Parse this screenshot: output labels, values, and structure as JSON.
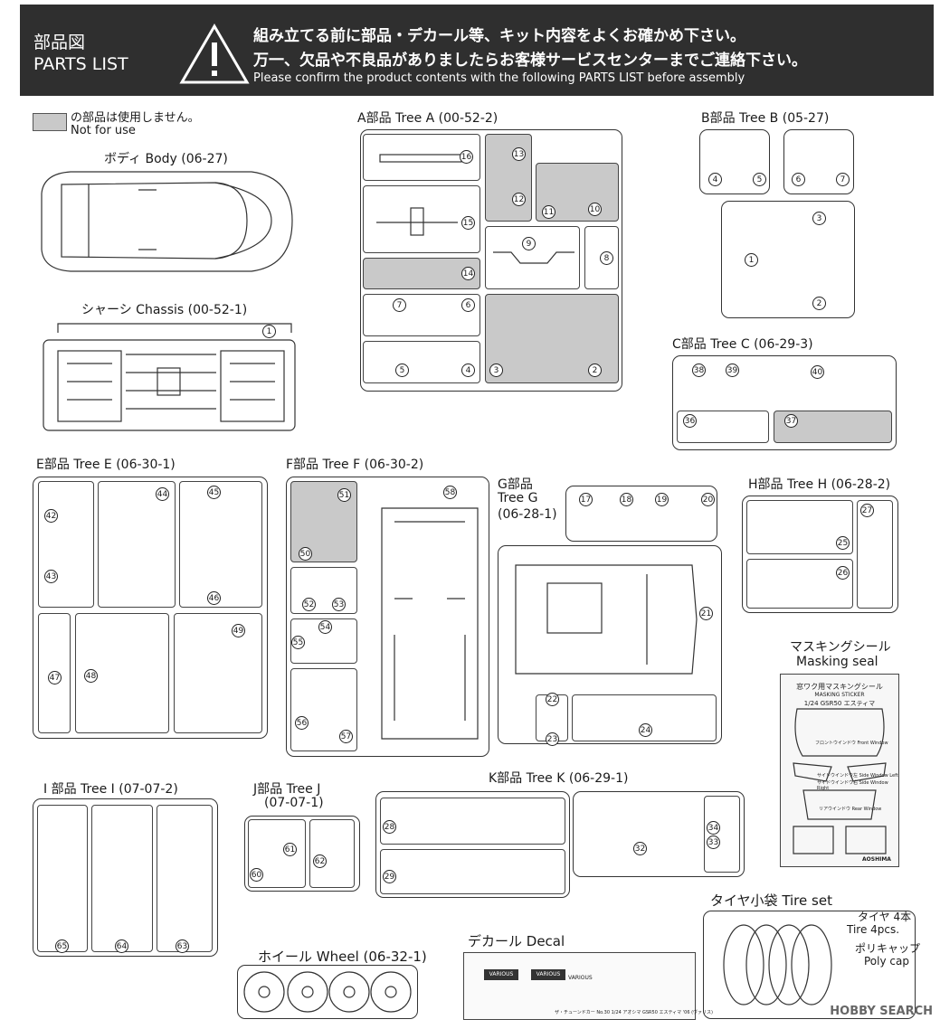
{
  "header": {
    "title_jp": "部品図",
    "title_en": "PARTS LIST",
    "warning_icon": "warning-triangle-icon",
    "line1": "組み立てる前に部品・デカール等、キット内容をよくお確かめ下さい。",
    "line2": "万一、欠品や不良品がありましたらお客様サービスセンターまでご連絡下さい。",
    "line3": "Please confirm the product contents with the following PARTS LIST before assembly"
  },
  "legend": {
    "jp": "の部品は使用しません。",
    "en": "Not for use",
    "color": "#c9c9c9"
  },
  "sections": {
    "body": "ボディ Body (06-27)",
    "chassis": "シャーシ Chassis (00-52-1)",
    "tree_a": "A部品 Tree A (00-52-2)",
    "tree_b": "B部品 Tree B (05-27)",
    "tree_c": "C部品 Tree C (06-29-3)",
    "tree_e": "E部品 Tree E (06-30-1)",
    "tree_f": "F部品 Tree F (06-30-2)",
    "tree_g1": "G部品",
    "tree_g2": "Tree G",
    "tree_g3": "(06-28-1)",
    "tree_h": "H部品 Tree H (06-28-2)",
    "masking_jp": "マスキングシール",
    "masking_en": "Masking seal",
    "tree_i": "I 部品 Tree I (07-07-2)",
    "tree_j1": "J部品 Tree J",
    "tree_j2": "(07-07-1)",
    "tree_k": "K部品 Tree K (06-29-1)",
    "tire": "タイヤ小袋 Tire set",
    "tire_count_jp": "タイヤ 4本",
    "tire_count_en": "Tire 4pcs.",
    "polycap_jp": "ポリキャップ",
    "polycap_en": "Poly cap",
    "decal": "デカール Decal",
    "wheel": "ホイール Wheel (06-32-1)"
  },
  "masking_sheet": {
    "title": "窓ワク用マスキングシール",
    "subtitle": "MASKING STICKER",
    "model": "1/24 GSR50 エスティマ",
    "labels": [
      "フロントウインドウ Front Window",
      "サイドウインドウ左 Side Window Left",
      "サイドウインドウ右 Side Window Right",
      "リアウインドウ Rear Window"
    ],
    "brand": "AOSHIMA"
  },
  "decal_sheet": {
    "brand": "VARIOUS",
    "footer": "ザ・チューンドカー No.30 1/24 アオシマ GSR50 エスティマ '06 (ヴァリス)"
  },
  "numbers": {
    "chassis": "1",
    "a": [
      "16",
      "13",
      "15",
      "12",
      "11",
      "10",
      "14",
      "9",
      "8",
      "7",
      "6",
      "5",
      "4",
      "3",
      "2"
    ],
    "b": [
      "4",
      "5",
      "6",
      "7",
      "1",
      "3",
      "2"
    ],
    "c": [
      "38",
      "39",
      "40",
      "36",
      "37"
    ],
    "e": [
      "42",
      "43",
      "44",
      "45",
      "46",
      "47",
      "48",
      "49"
    ],
    "f": [
      "51",
      "50",
      "52",
      "53",
      "54",
      "55",
      "56",
      "57",
      "58"
    ],
    "g": [
      "17",
      "18",
      "19",
      "20",
      "21",
      "22",
      "23",
      "24"
    ],
    "h": [
      "27",
      "25",
      "26"
    ],
    "i": [
      "65",
      "64",
      "63"
    ],
    "j": [
      "61",
      "60",
      "62"
    ],
    "k": [
      "28",
      "29",
      "32",
      "34",
      "33"
    ]
  },
  "watermark": "HOBBY SEARCH"
}
